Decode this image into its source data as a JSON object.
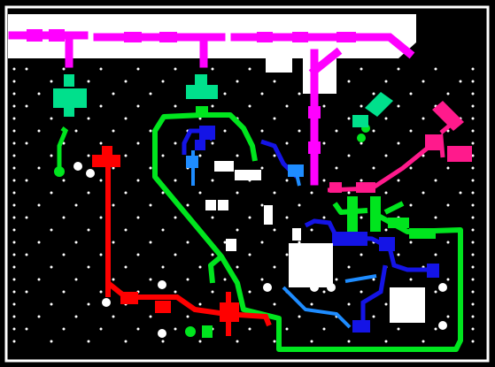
{
  "colors": {
    "background": "#ffffff",
    "board": "#000000",
    "frame": "#ffffff",
    "via": "#ffffff",
    "pad": "#ffffff",
    "net_magenta": "#ff00ff",
    "net_pink": "#ff1a8c",
    "net_green": "#00e51e",
    "net_teal": "#00e08c",
    "net_red": "#ff0000",
    "net_blue": "#1414e6",
    "net_lightblue": "#1e8cff"
  },
  "nets": [
    {
      "name": "magenta",
      "color_key": "net_magenta"
    },
    {
      "name": "pink",
      "color_key": "net_pink"
    },
    {
      "name": "green",
      "color_key": "net_green"
    },
    {
      "name": "teal",
      "color_key": "net_teal"
    },
    {
      "name": "red",
      "color_key": "net_red"
    },
    {
      "name": "blue",
      "color_key": "net_blue"
    },
    {
      "name": "lightblue",
      "color_key": "net_lightblue"
    }
  ],
  "features": {
    "copper_pour": "white",
    "via_pattern": "grid",
    "text_labels_visible": false
  }
}
